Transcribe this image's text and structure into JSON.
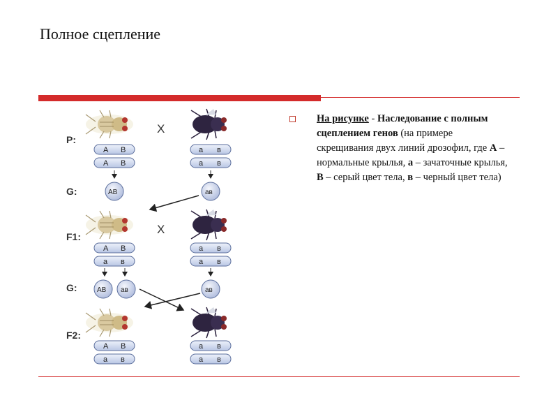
{
  "slide": {
    "title": "Полное сцепление"
  },
  "description": {
    "lead": "На рисунке",
    "dash": " - ",
    "bold1": "Наследование с полным сцеплением генов",
    "rest1": " (на примере скрещивания двух линий дрозофил, где ",
    "A": "А",
    "t1": " – нормальные крылья, ",
    "a": "а",
    "t2": " – зачаточные крылья, ",
    "B": "В",
    "t3": " – серый цвет тела, ",
    "b": "в",
    "t4": " – черный цвет тела)"
  },
  "diagram": {
    "row_labels": [
      "P:",
      "G:",
      "F1:",
      "G:",
      "F2:"
    ],
    "cross_symbol": "X",
    "allele_A": "A",
    "allele_B": "B",
    "allele_a": "а",
    "allele_b": "в",
    "gamete_AB": "AB",
    "gamete_ab": "ав"
  },
  "colors": {
    "accent": "#d42b2b",
    "pill_fill": "#c9d4ec",
    "pill_stroke": "#5b6e9c",
    "fly_light": "#e9e2c6",
    "fly_dark": "#2e2440"
  }
}
